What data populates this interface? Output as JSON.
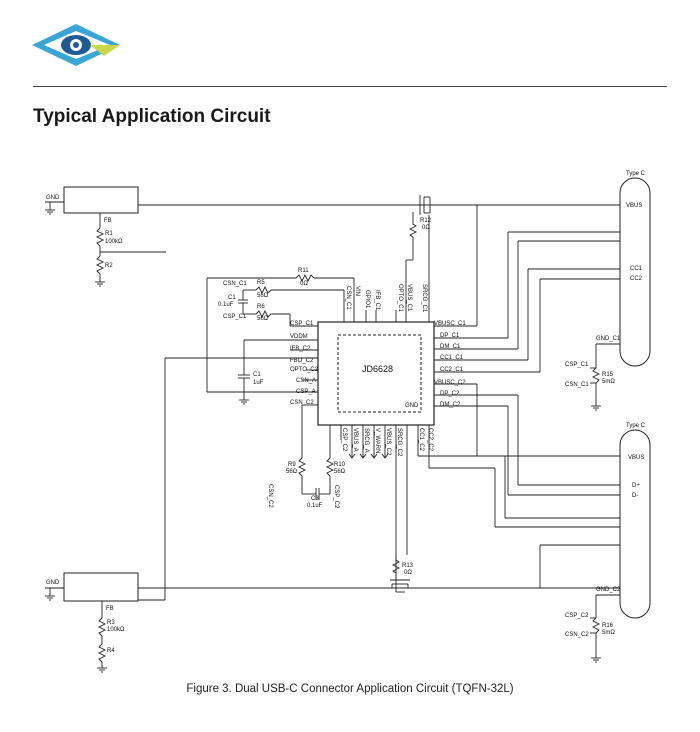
{
  "header": {
    "logo_icon": "eye-triangle-logo-icon",
    "section_title": "Typical Application Circuit"
  },
  "figure": {
    "caption": "Figure 3. Dual USB-C Connector Application Circuit (TQFN-32L)"
  },
  "chip": {
    "name": "JD6628",
    "gnd_label": "GND",
    "top_pins": [
      "CSN_C1",
      "VIN",
      "GPIO1",
      "IFB_C1",
      "OPTO_C1",
      "VBUS_C1",
      "SRCG_C1"
    ],
    "left_pins": [
      "CSP_C1",
      "VDDM",
      "IFB_C2",
      "FBO_C2",
      "OPTO_C2",
      "CSN_A",
      "CSP_A",
      "CSN_C2"
    ],
    "right_pins": [
      "VBUSC_C1",
      "DP_C1",
      "DM_C1",
      "CC1_C1",
      "CC2_C1",
      "VBUSC_C2",
      "DP_C2",
      "DM_C2"
    ],
    "bottom_pins": [
      "CSP_C2",
      "VBUS_A",
      "SRCG_A",
      "V_WARN",
      "VBUS_C2",
      "SRCG_C2",
      "CC1_C2",
      "CC2_C2"
    ]
  },
  "components": {
    "gnd_top": "GND",
    "gnd_bottom": "GND",
    "fb_top": "FB",
    "fb_bottom": "FB",
    "r1": "R1",
    "r1_val": "100kΩ",
    "r2": "R2",
    "r3": "R3",
    "r3_val": "100kΩ",
    "r4": "R4",
    "r5": "R5",
    "r5_val": "56Ω",
    "r6": "R6",
    "r6_val": "56Ω",
    "r9": "R9",
    "r9_val": "56Ω",
    "r10": "R10",
    "r10_val": "56Ω",
    "r11": "R11",
    "r11_val": "0Ω",
    "r12": "R12",
    "r12_val": "0Ω",
    "r13": "R13",
    "r13_val": "0Ω",
    "r15": "R15",
    "r15_val": "5mΩ",
    "r16": "R16",
    "r16_val": "5mΩ",
    "c1a": "C1",
    "c1a_val": "0.1uF",
    "c1b": "C1",
    "c1b_val": "1uF",
    "c3": "C3",
    "c3_val": "0.1uF",
    "csn_c1": "CSN_C1",
    "csp_c1": "CSP_C1",
    "csp_c2": "CSP_C2",
    "csn_c2": "CSN_C2",
    "csp_c1_r": "CSP_C1",
    "csn_c1_r": "CSN_C1",
    "gnd_c1": "GND_C1",
    "csp_c2_r": "CSP_C2",
    "csn_c2_r": "CSN_C2",
    "gnd_c2": "GND_C2"
  },
  "connector_top": {
    "type": "Type C",
    "vbus": "VBUS",
    "cc1": "CC1",
    "cc2": "CC2"
  },
  "connector_bottom": {
    "type": "Type C",
    "vbus": "VBUS",
    "dplus": "D+",
    "dminus": "D-"
  }
}
